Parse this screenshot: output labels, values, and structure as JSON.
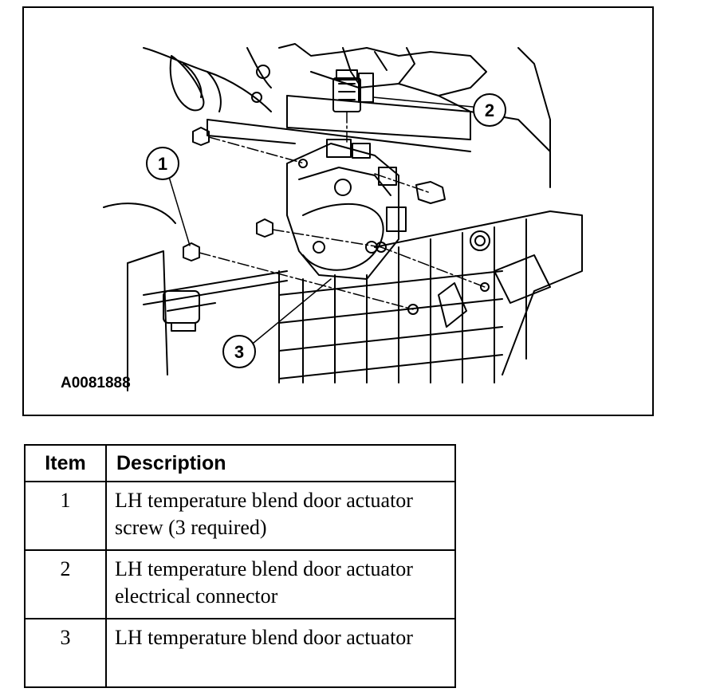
{
  "figure": {
    "id": "A0081888",
    "callouts": [
      "1",
      "2",
      "3"
    ]
  },
  "legend": {
    "headers": {
      "item": "Item",
      "description": "Description"
    },
    "rows": [
      {
        "item": "1",
        "description": "LH temperature blend door actuator screw (3 required)"
      },
      {
        "item": "2",
        "description": "LH temperature blend door actuator electrical connector"
      },
      {
        "item": "3",
        "description": "LH temperature blend door actuator"
      }
    ]
  }
}
